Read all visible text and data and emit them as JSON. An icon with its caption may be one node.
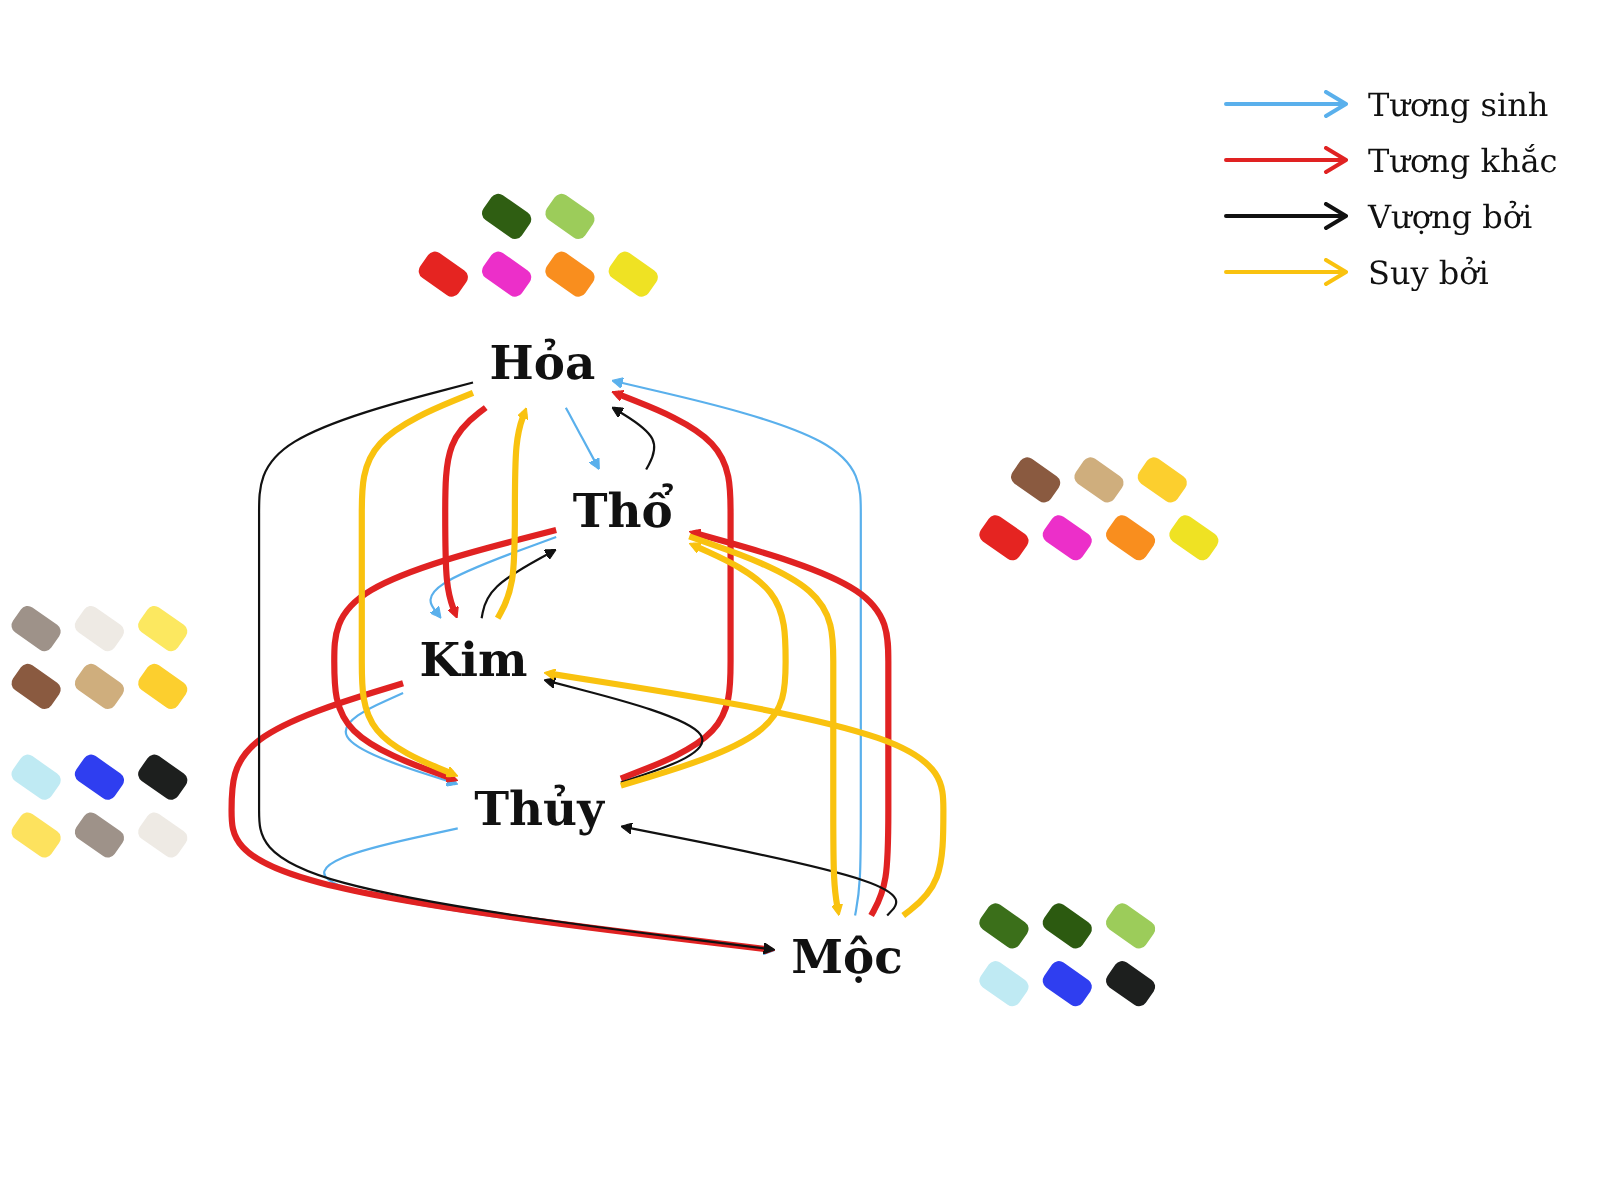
{
  "diagram": {
    "nodes": [
      {
        "text": [
          "Hỏa"
        ]
      },
      {
        "text": [
          "Mộc"
        ]
      },
      {
        "text": [
          "Thổ"
        ]
      },
      {
        "text": [
          "Thủy"
        ]
      },
      {
        "text": [
          "Kim"
        ]
      }
    ],
    "edges": [
      {
        "from": 1,
        "to": 0,
        "arrow": "to",
        "color": "#5ab0ec"
      },
      {
        "from": 0,
        "to": 2,
        "arrow": "to",
        "color": "#5ab0ec"
      },
      {
        "from": 2,
        "to": 4,
        "arrow": "to",
        "color": "#5ab0ec"
      },
      {
        "from": 4,
        "to": 3,
        "arrow": "to",
        "color": "#5ab0ec"
      },
      {
        "from": 3,
        "to": 1,
        "arrow": "to",
        "color": "#5ab0ec"
      },
      {
        "from": 1,
        "to": 2,
        "arrow": "to",
        "style": "thick",
        "color": "#e02222"
      },
      {
        "from": 2,
        "to": 3,
        "arrow": "to",
        "style": "thick",
        "color": "#e02222"
      },
      {
        "from": 3,
        "to": 0,
        "arrow": "to",
        "style": "thick",
        "color": "#e02222"
      },
      {
        "from": 0,
        "to": 4,
        "arrow": "to",
        "style": "thick",
        "color": "#e02222"
      },
      {
        "from": 4,
        "to": 1,
        "arrow": "to",
        "style": "thick",
        "color": "#e02222"
      },
      {
        "from": 0,
        "to": 1,
        "arrow": "to",
        "color": "#111111"
      },
      {
        "from": 2,
        "to": 0,
        "arrow": "to",
        "color": "#111111"
      },
      {
        "from": 4,
        "to": 2,
        "arrow": "to",
        "color": "#111111"
      },
      {
        "from": 3,
        "to": 4,
        "arrow": "to",
        "color": "#111111"
      },
      {
        "from": 1,
        "to": 3,
        "arrow": "to",
        "color": "#111111"
      },
      {
        "from": 2,
        "to": 1,
        "arrow": "to",
        "style": "thick",
        "color": "#f9c20f"
      },
      {
        "from": 3,
        "to": 2,
        "arrow": "to",
        "style": "thick",
        "color": "#f9c20f"
      },
      {
        "from": 0,
        "to": 3,
        "arrow": "to",
        "style": "thick",
        "color": "#f9c20f"
      },
      {
        "from": 4,
        "to": 0,
        "arrow": "to",
        "style": "thick",
        "color": "#f9c20f"
      },
      {
        "from": 1,
        "to": 4,
        "arrow": "to",
        "style": "thick",
        "color": "#f9c20f"
      }
    ],
    "legend": [
      {
        "text": "Tương sinh"
      },
      {
        "text": "Tương khắc"
      },
      {
        "text": "Vượng bởi"
      },
      {
        "text": "Suy bởi"
      }
    ]
  }
}
